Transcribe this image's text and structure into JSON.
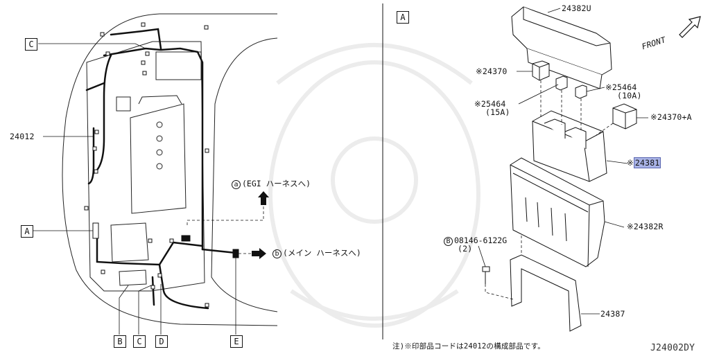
{
  "left_view": {
    "callouts": [
      "C",
      "A",
      "B",
      "C",
      "D",
      "E"
    ],
    "part_24012": "24012",
    "egi_letter": "a",
    "egi_text": "(EGI ハーネスへ)",
    "main_letter": "b",
    "main_text": "(メイン ハーネスへ)"
  },
  "right_view": {
    "view_label": "A",
    "front": "FRONT",
    "parts": {
      "p24382U": "24382U",
      "p24370": "※24370",
      "p25464_15": "※25464",
      "p25464_15_sub": "(15A)",
      "p25464_10": "※25464",
      "p25464_10_sub": "(10A)",
      "p24370A": "※24370+A",
      "p24381_prefix": "※",
      "p24381": "24381",
      "p24382R": "※24382R",
      "bolt_letter": "B",
      "bolt": "08146-6122G",
      "bolt_qty": "(2)",
      "p24387": "24387"
    }
  },
  "footer": {
    "note": "注)※印部品コードは24012の構成部品です。",
    "diagram_code": "J24002DY"
  }
}
